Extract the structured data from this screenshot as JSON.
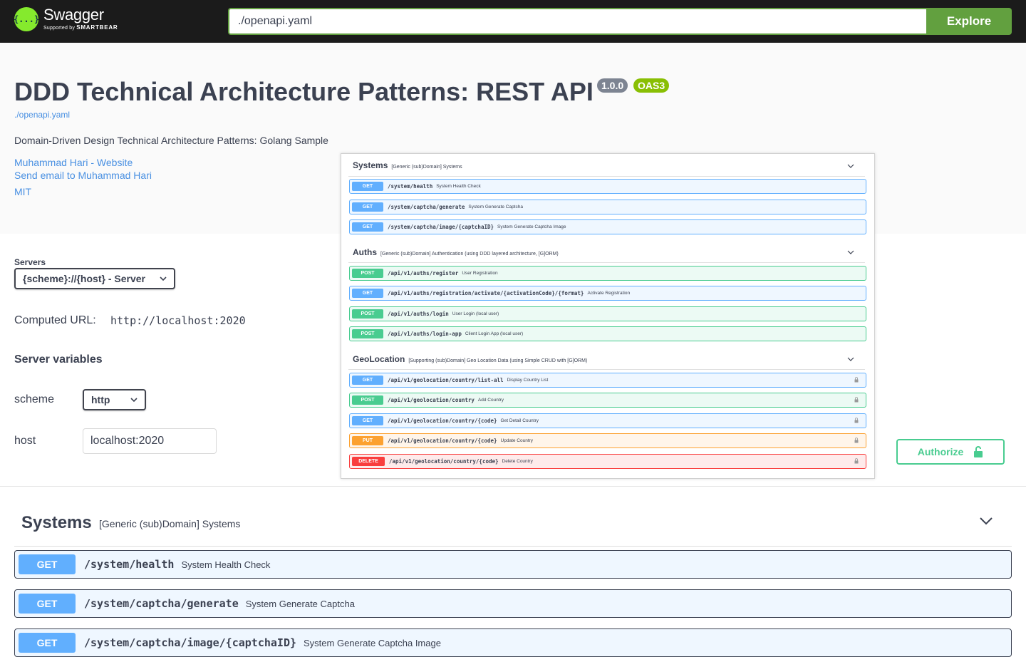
{
  "topbar": {
    "logo_icon": "{...}",
    "logo_name": "Swagger",
    "logo_sub_prefix": "Supported by",
    "logo_sub_brand": "SMARTBEAR",
    "url_value": "./openapi.yaml",
    "explore_label": "Explore"
  },
  "info": {
    "title": "DDD Technical Architecture Patterns: REST API",
    "version_badge": "1.0.0",
    "oas_badge": "OAS3",
    "spec_link": "./openapi.yaml",
    "description": "Domain-Driven Design Technical Architecture Patterns: Golang Sample",
    "contact_website": "Muhammad Hari - Website",
    "contact_email": "Send email to Muhammad Hari",
    "license": "MIT"
  },
  "servers": {
    "label": "Servers",
    "selected": "{scheme}://{host} - Server",
    "computed_label": "Computed URL:",
    "computed_value": "http://localhost:2020",
    "variables_title": "Server variables",
    "scheme_label": "scheme",
    "scheme_value": "http",
    "host_label": "host",
    "host_value": "localhost:2020"
  },
  "authorize_label": "Authorize",
  "overlay": {
    "groups": [
      {
        "name": "Systems",
        "desc": "[Generic (sub)Domain] Systems",
        "ops": [
          {
            "method": "GET",
            "path": "/system/health",
            "summary": "System Health Check",
            "locked": false
          },
          {
            "method": "GET",
            "path": "/system/captcha/generate",
            "summary": "System Generate Captcha",
            "locked": false
          },
          {
            "method": "GET",
            "path": "/system/captcha/image/{captchaID}",
            "summary": "System Generate Captcha Image",
            "locked": false
          }
        ]
      },
      {
        "name": "Auths",
        "desc": "[Generic (sub)Domain] Authentication (using DDD layered architecture, [G]ORM)",
        "ops": [
          {
            "method": "POST",
            "path": "/api/v1/auths/register",
            "summary": "User Registration",
            "locked": false
          },
          {
            "method": "GET",
            "path": "/api/v1/auths/registration/activate/{activationCode}/{format}",
            "summary": "Activate Registration",
            "locked": false
          },
          {
            "method": "POST",
            "path": "/api/v1/auths/login",
            "summary": "User Login (local user)",
            "locked": false
          },
          {
            "method": "POST",
            "path": "/api/v1/auths/login-app",
            "summary": "Client Login App (local user)",
            "locked": false
          }
        ]
      },
      {
        "name": "GeoLocation",
        "desc": "[Supporting (sub)Domain] Geo Location Data (using Simple CRUD with [G]ORM)",
        "ops": [
          {
            "method": "GET",
            "path": "/api/v1/geolocation/country/list-all",
            "summary": "Display Country List",
            "locked": true
          },
          {
            "method": "POST",
            "path": "/api/v1/geolocation/country",
            "summary": "Add Country",
            "locked": true
          },
          {
            "method": "GET",
            "path": "/api/v1/geolocation/country/{code}",
            "summary": "Get Detail Country",
            "locked": true
          },
          {
            "method": "PUT",
            "path": "/api/v1/geolocation/country/{code}",
            "summary": "Update Country",
            "locked": true
          },
          {
            "method": "DELETE",
            "path": "/api/v1/geolocation/country/{code}",
            "summary": "Delete Country",
            "locked": true
          }
        ]
      }
    ]
  },
  "main": {
    "tag_name": "Systems",
    "tag_desc": "[Generic (sub)Domain] Systems",
    "ops": [
      {
        "method": "GET",
        "path": "/system/health",
        "summary": "System Health Check"
      },
      {
        "method": "GET",
        "path": "/system/captcha/generate",
        "summary": "System Generate Captcha"
      },
      {
        "method": "GET",
        "path": "/system/captcha/image/{captchaID}",
        "summary": "System Generate Captcha Image"
      }
    ]
  },
  "icons": {
    "chevron": "chevron-down-icon",
    "lock": "lock-icon",
    "unlock": "unlock-icon"
  },
  "colors": {
    "get": "#61affe",
    "post": "#49cc90",
    "put": "#fca130",
    "delete": "#f93e3e",
    "explore": "#62a03f",
    "logo": "#85ea2d"
  }
}
